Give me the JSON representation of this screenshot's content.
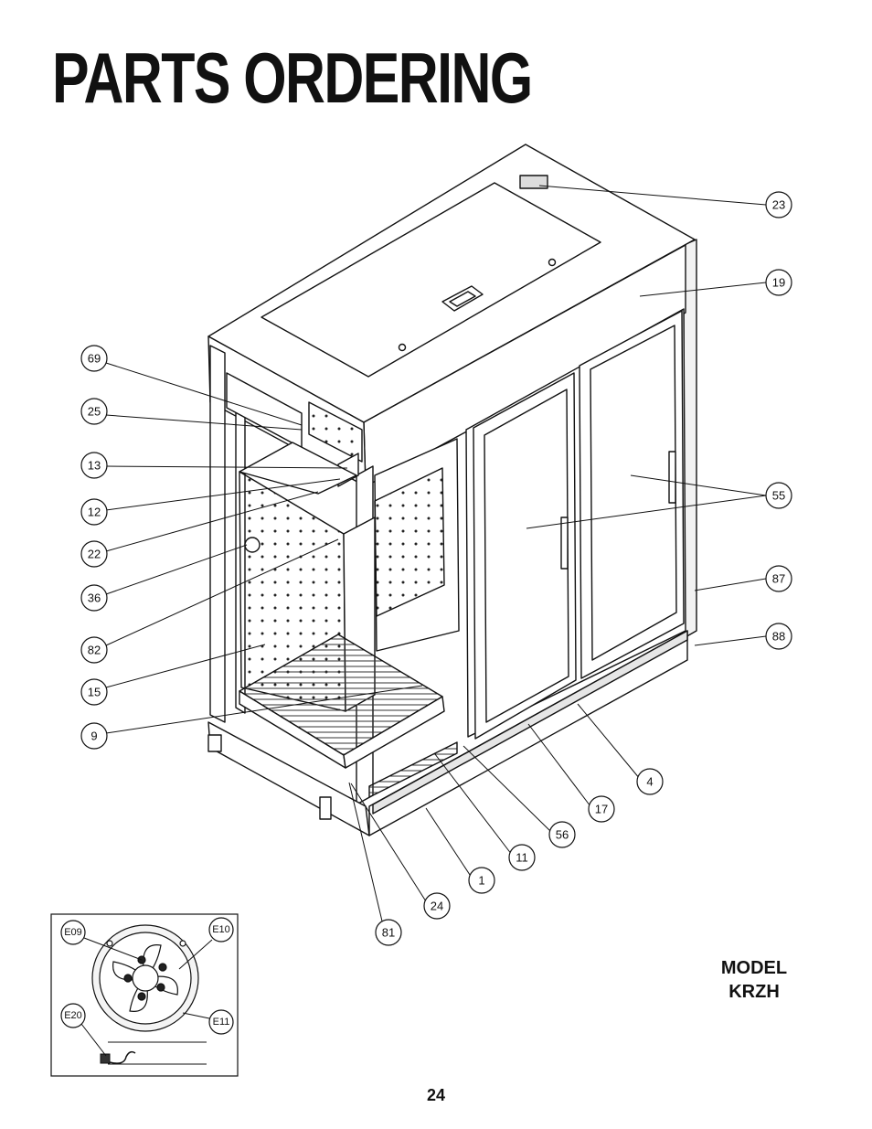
{
  "page": {
    "title": "PARTS ORDERING",
    "model_line1": "MODEL",
    "model_line2": "KRZH",
    "page_number": "24"
  },
  "callouts": [
    {
      "id": "c23",
      "label": "23"
    },
    {
      "id": "c19",
      "label": "19"
    },
    {
      "id": "c69",
      "label": "69"
    },
    {
      "id": "c25",
      "label": "25"
    },
    {
      "id": "c13",
      "label": "13"
    },
    {
      "id": "c12",
      "label": "12"
    },
    {
      "id": "c22",
      "label": "22"
    },
    {
      "id": "c36",
      "label": "36"
    },
    {
      "id": "c82",
      "label": "82"
    },
    {
      "id": "c15",
      "label": "15"
    },
    {
      "id": "c9",
      "label": "9"
    },
    {
      "id": "c55",
      "label": "55"
    },
    {
      "id": "c87",
      "label": "87"
    },
    {
      "id": "c88",
      "label": "88"
    },
    {
      "id": "c4",
      "label": "4"
    },
    {
      "id": "c17",
      "label": "17"
    },
    {
      "id": "c56",
      "label": "56"
    },
    {
      "id": "c11",
      "label": "11"
    },
    {
      "id": "c1",
      "label": "1"
    },
    {
      "id": "c24",
      "label": "24"
    },
    {
      "id": "c81",
      "label": "81"
    }
  ],
  "inset_callouts": [
    {
      "id": "e09",
      "label": "E09"
    },
    {
      "id": "e10",
      "label": "E10"
    },
    {
      "id": "e11",
      "label": "E11"
    },
    {
      "id": "e20",
      "label": "E20"
    }
  ]
}
